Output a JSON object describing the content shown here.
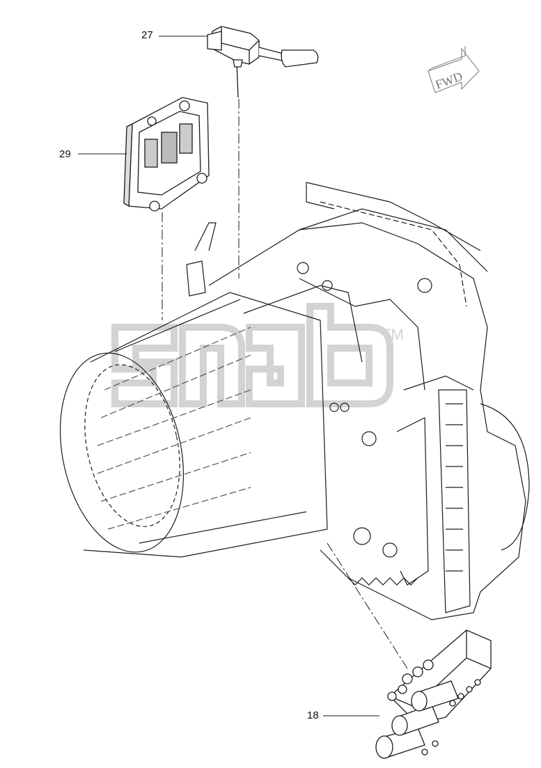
{
  "callouts": {
    "part_27": "27",
    "part_29": "29",
    "part_18": "18"
  },
  "direction_marker": {
    "label": "FWD"
  },
  "watermark": {
    "text": "dmab",
    "trademark": "TM"
  },
  "colors": {
    "line": "#1a1a1a",
    "light_line": "#555555",
    "watermark": "#d6d6d6"
  }
}
